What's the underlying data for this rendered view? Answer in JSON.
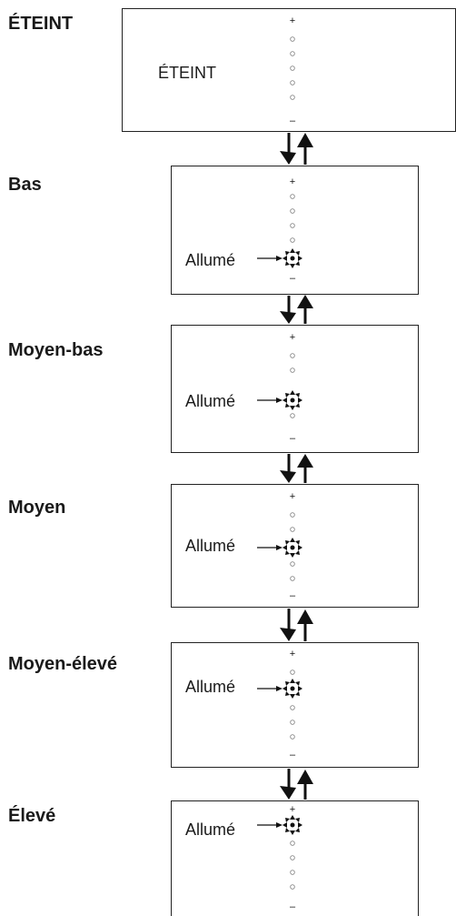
{
  "indicator": {
    "plus": "+",
    "minus": "–"
  },
  "stages": [
    {
      "title": "ÉTEINT",
      "panel_text": "ÉTEINT",
      "lit_index": null
    },
    {
      "title": "Bas",
      "panel_text": "Allumé",
      "lit_index": 4
    },
    {
      "title": "Moyen-bas",
      "panel_text": "Allumé",
      "lit_index": 3
    },
    {
      "title": "Moyen",
      "panel_text": "Allumé",
      "lit_index": 2
    },
    {
      "title": "Moyen-élevé",
      "panel_text": "Allumé",
      "lit_index": 1
    },
    {
      "title": "Élevé",
      "panel_text": "Allumé",
      "lit_index": 0
    }
  ]
}
